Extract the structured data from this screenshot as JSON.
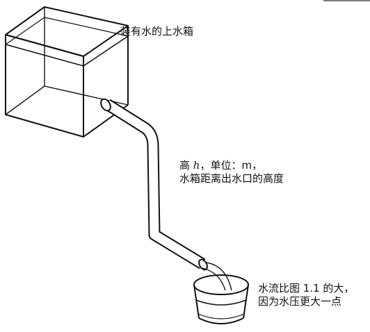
{
  "labels": {
    "tank": "装有水的上水箱",
    "height_line1_prefix": "高 ",
    "height_line1_var": "h",
    "height_line1_suffix": "，单位：m，",
    "height_line2": "水箱距离出水口的高度",
    "flow_line1": "水流比图 1.1 的大，",
    "flow_line2": "因为水压更大一点"
  },
  "colors": {
    "ink": "#111111",
    "background": "#ffffff",
    "page_edge": "#7a7a7a"
  }
}
